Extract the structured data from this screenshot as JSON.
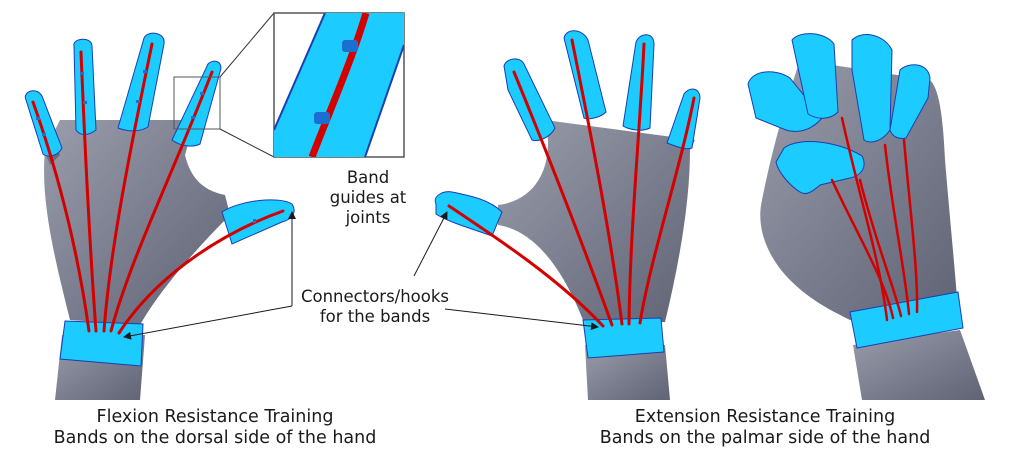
{
  "figure": {
    "left_panel": {
      "caption_line1": "Flexion Resistance Training",
      "caption_line2": "Bands on the dorsal side of the hand"
    },
    "right_panel": {
      "caption_line1": "Extension Resistance Training",
      "caption_line2": "Bands on the palmar side of the hand"
    },
    "annotations": {
      "inset_label_line1": "Band",
      "inset_label_line2": "guides at",
      "inset_label_line3": "joints",
      "connector_label_line1": "Connectors/hooks",
      "connector_label_line2": "for the bands"
    },
    "colors": {
      "skin": "#7a7e8e",
      "sleeve": "#1ccbff",
      "sleeve_outline": "#1a3fb0",
      "band": "#d40000",
      "guide": "#1a6fd0",
      "arrow": "#1a1a1a"
    }
  }
}
